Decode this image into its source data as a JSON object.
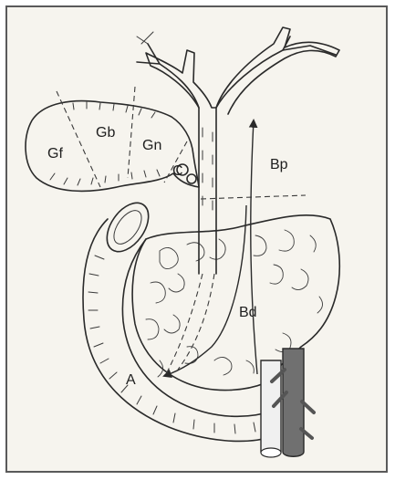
{
  "labels": {
    "fundus": "Gf",
    "body": "Gb",
    "neck": "Gn",
    "cystic_duct": "C",
    "proximal_bile_duct": "Bp",
    "distal_bile_duct": "Bd",
    "ampulla": "A"
  },
  "colors": {
    "background": "#f6f4ee",
    "ink": "#2a2a2a",
    "vessel_dark": "#707070",
    "vessel_light": "#f0f0f0"
  }
}
